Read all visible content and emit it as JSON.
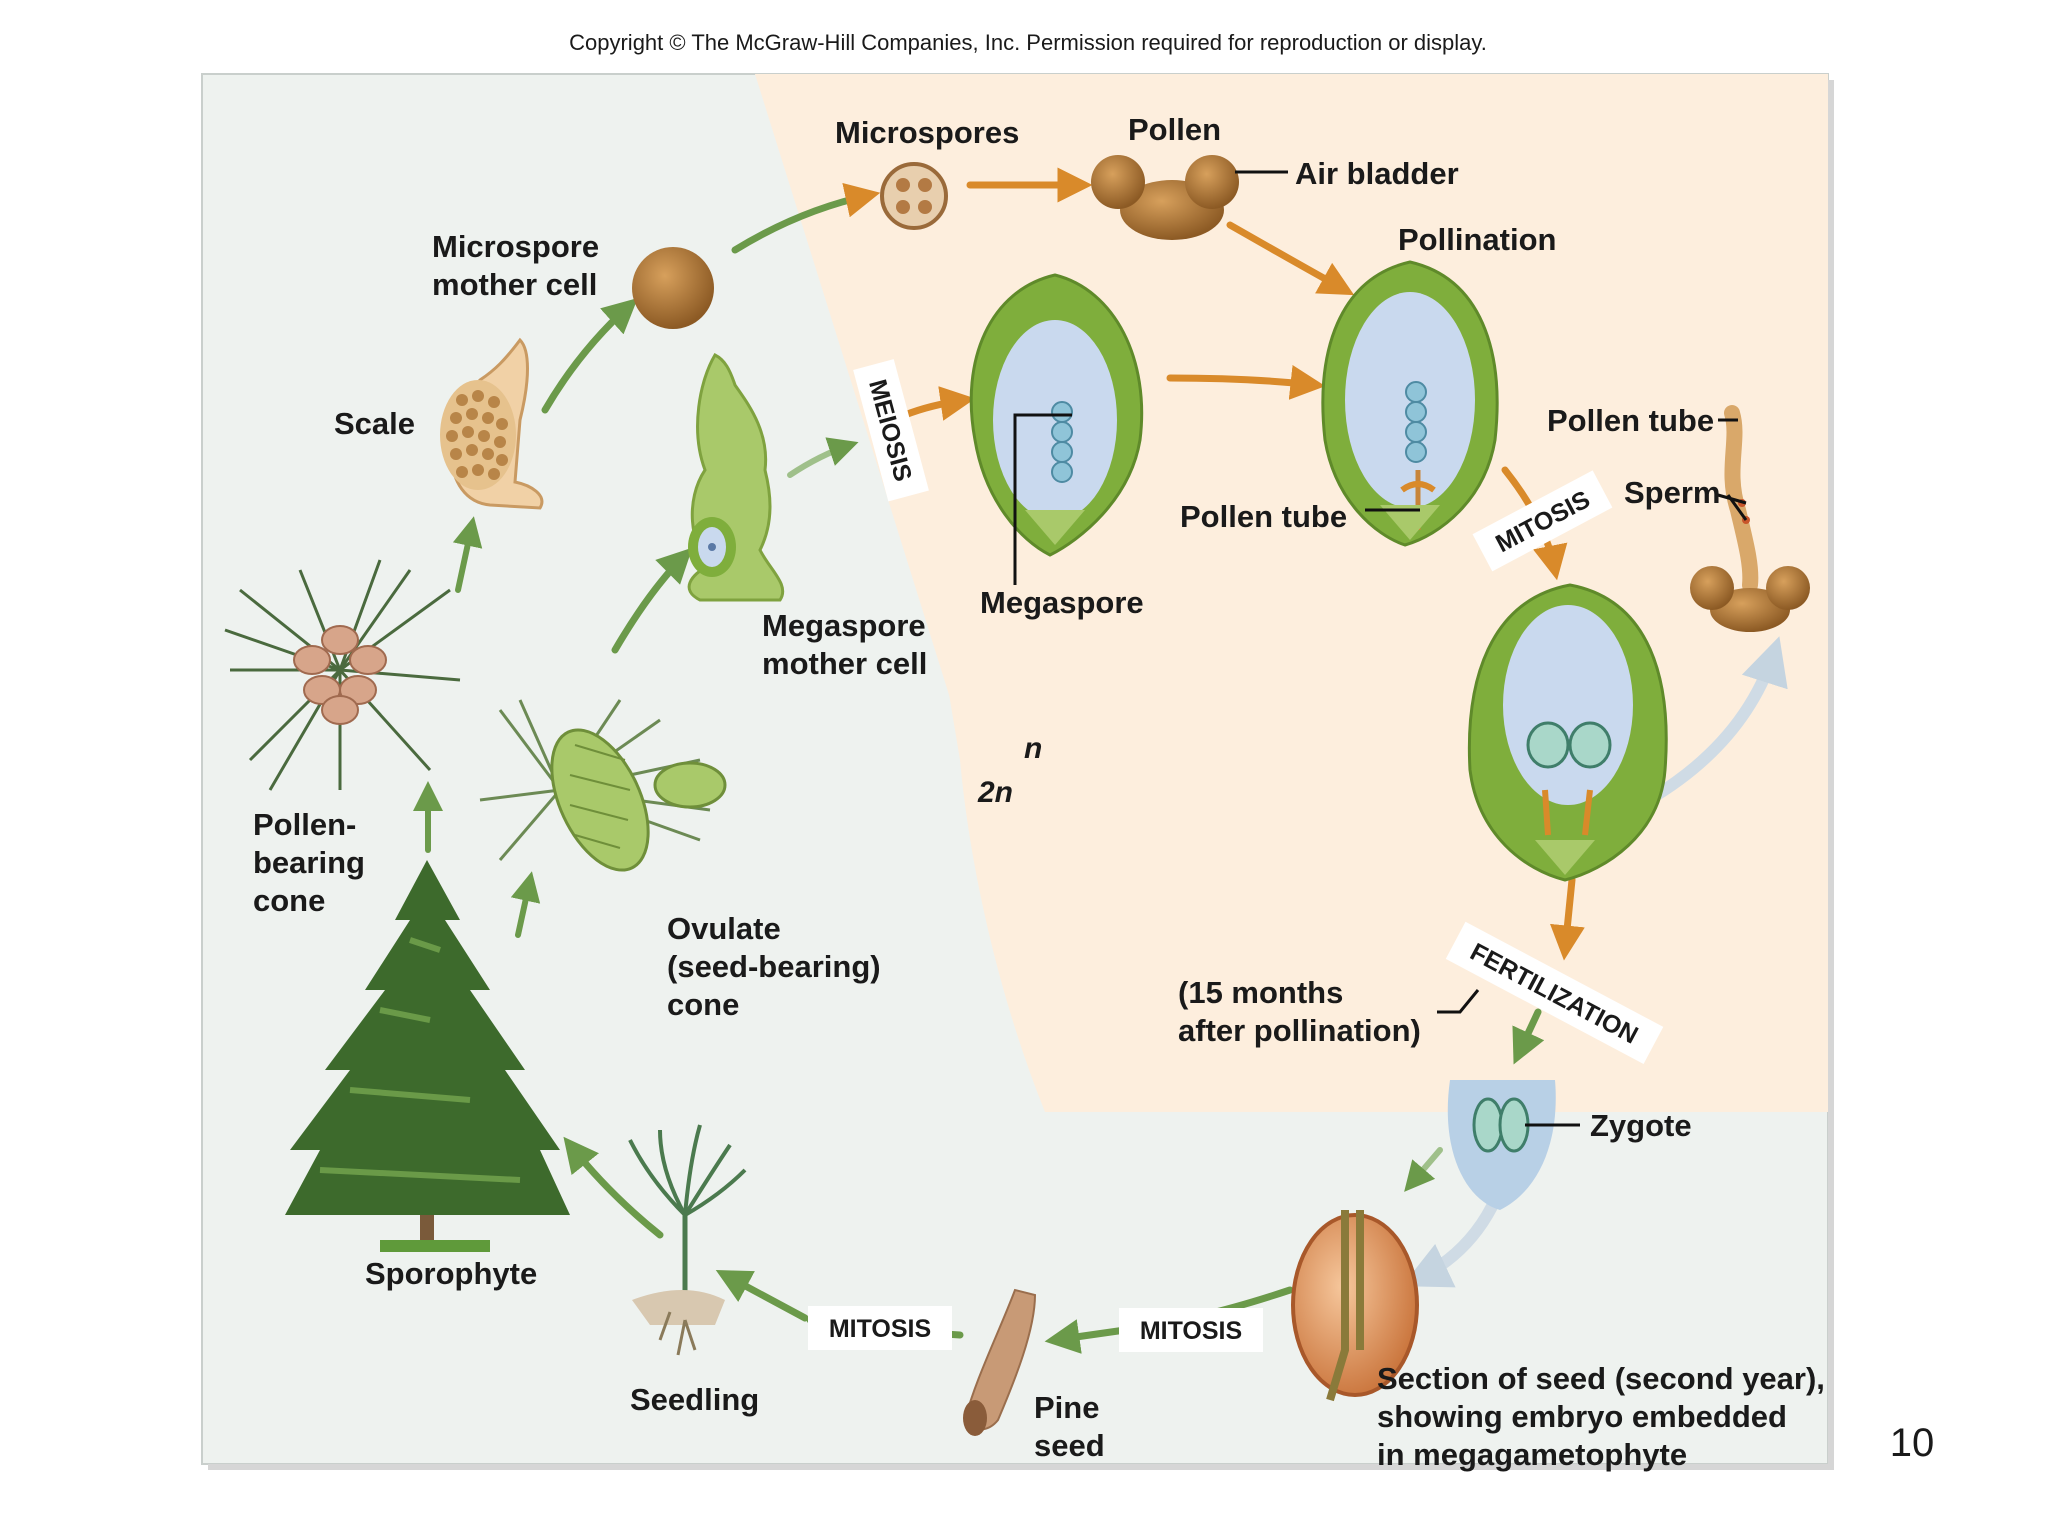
{
  "copyright": "Copyright © The McGraw-Hill Companies, Inc. Permission required for reproduction or display.",
  "page_number": "10",
  "ploidy": {
    "haploid": "n",
    "diploid": "2n"
  },
  "labels": {
    "microspores": "Microspores",
    "pollen": "Pollen",
    "air_bladder": "Air bladder",
    "pollination": "Pollination",
    "microspore_mother_cell": [
      "Microspore",
      "mother cell"
    ],
    "scale": "Scale",
    "pollen_tube_right": "Pollen tube",
    "sperm": "Sperm",
    "pollen_tube_center": "Pollen tube",
    "megaspore": "Megaspore",
    "megaspore_mother_cell": [
      "Megaspore",
      "mother cell"
    ],
    "pollen_bearing_cone": [
      "Pollen-",
      "bearing",
      "cone"
    ],
    "ovulate_cone": [
      "Ovulate",
      "(seed-bearing)",
      "cone"
    ],
    "months_note": [
      "(15 months",
      "after pollination)"
    ],
    "zygote": "Zygote",
    "sporophyte": "Sporophyte",
    "seedling": "Seedling",
    "pine_seed": [
      "Pine",
      "seed"
    ],
    "seed_section": [
      "Section of seed (second year),",
      "showing embryo embedded",
      "in megagametophyte"
    ]
  },
  "stages": {
    "meiosis": "MEIOSIS",
    "mitosis_upper": "MITOSIS",
    "fertilization": "FERTILIZATION",
    "mitosis_lower_left": "MITOSIS",
    "mitosis_lower_right": "MITOSIS"
  },
  "colors": {
    "diploid_bg": "#eef2ef",
    "haploid_bg": "#fdeedd",
    "green_arrow": "#6b9a4a",
    "orange_arrow": "#d98a2a",
    "pale_arrow": "#cfdbe5",
    "ovule_green": "#7fae3c",
    "ovule_inner": "#c9d9ee"
  }
}
